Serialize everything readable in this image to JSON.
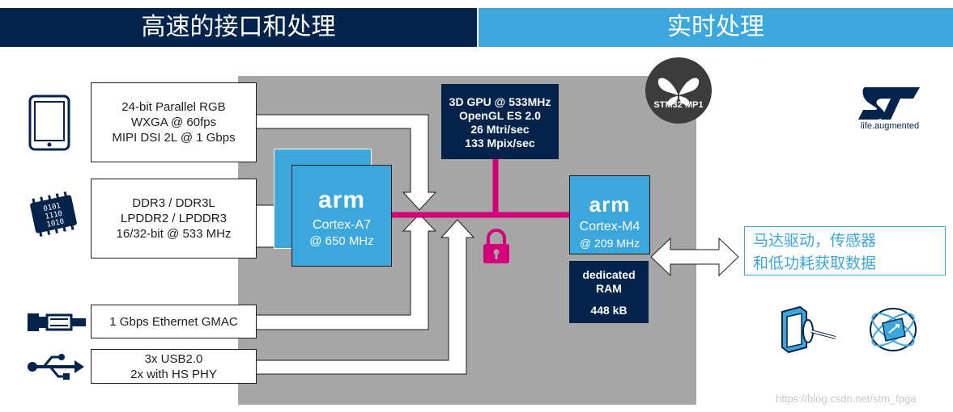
{
  "header": {
    "left_title": "高速的接口和处理",
    "right_title": "实时处理"
  },
  "interfaces": {
    "display": [
      "24-bit Parallel RGB",
      "WXGA @ 60fps",
      "MIPI DSI 2L @ 1 Gbps"
    ],
    "memory": [
      "DDR3 / DDR3L",
      "LPDDR2 / LPDDR3",
      "16/32-bit @ 533 MHz"
    ],
    "ethernet": "1 Gbps Ethernet GMAC",
    "usb": [
      "3x USB2.0",
      "2x with HS PHY"
    ]
  },
  "gpu": [
    "3D GPU @ 533MHz",
    "OpenGL ES 2.0",
    "26 Mtri/sec",
    "133 Mpix/sec"
  ],
  "cortex_a7": {
    "brand": "arm",
    "name": "Cortex-A7",
    "freq": "@ 650 MHz"
  },
  "cortex_m4": {
    "brand": "arm",
    "name": "Cortex-M4",
    "freq": "@ 209 MHz"
  },
  "ram": {
    "line1": "dedicated",
    "line2": "RAM",
    "size": "448 kB"
  },
  "badge": {
    "left": "STM32",
    "right": "MP1"
  },
  "logo": {
    "tagline": "life.augmented"
  },
  "realtime_note": [
    "马达驱动，传感器",
    "和低功耗获取数据"
  ],
  "watermark": "https://blog.csdn.net/stm_fpga",
  "colors": {
    "navy": "#03234b",
    "blue": "#3ca7dc",
    "magenta": "#d4007a",
    "chip_gray": "#a6a6a6"
  },
  "icons": [
    "tablet-icon",
    "memory-chip-icon",
    "ethernet-cable-icon",
    "usb-icon",
    "padlock-icon",
    "butterfly-icon",
    "st-logo-icon",
    "motor-icon",
    "sensor-icon"
  ]
}
